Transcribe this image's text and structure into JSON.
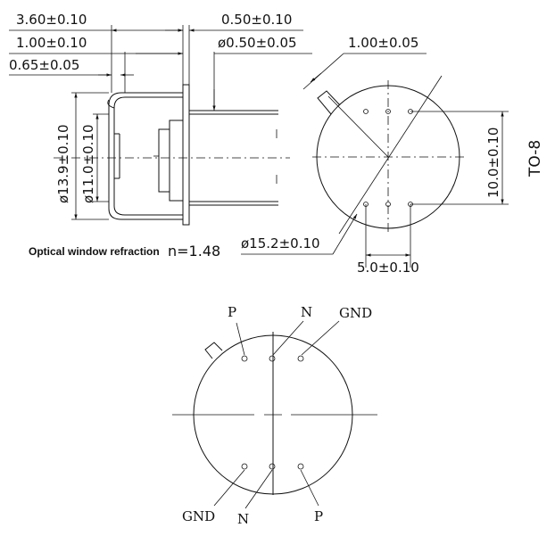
{
  "dimensions": {
    "d_3_60": "3.60±0.10",
    "d_0_50": "0.50±0.10",
    "d_1_00_a": "1.00±0.10",
    "d_pin_dia": "ø0.50±0.05",
    "d_0_65": "0.65±0.05",
    "d_1_00_b": "1.00±0.05",
    "d_13_9": "ø13.9±0.10",
    "d_11_0": "ø11.0±0.10",
    "d_15_2": "ø15.2±0.10",
    "d_10_0": "10.0±0.10",
    "d_5_0": "5.0±0.10"
  },
  "package_label": "TO-8",
  "note": {
    "text": "Optical window refraction",
    "n_label": "n=1.48"
  },
  "pin_labels": {
    "top_p": "P",
    "top_n": "N",
    "top_gnd": "GND",
    "bottom_gnd": "GND",
    "bottom_n": "N",
    "bottom_p": "P"
  }
}
